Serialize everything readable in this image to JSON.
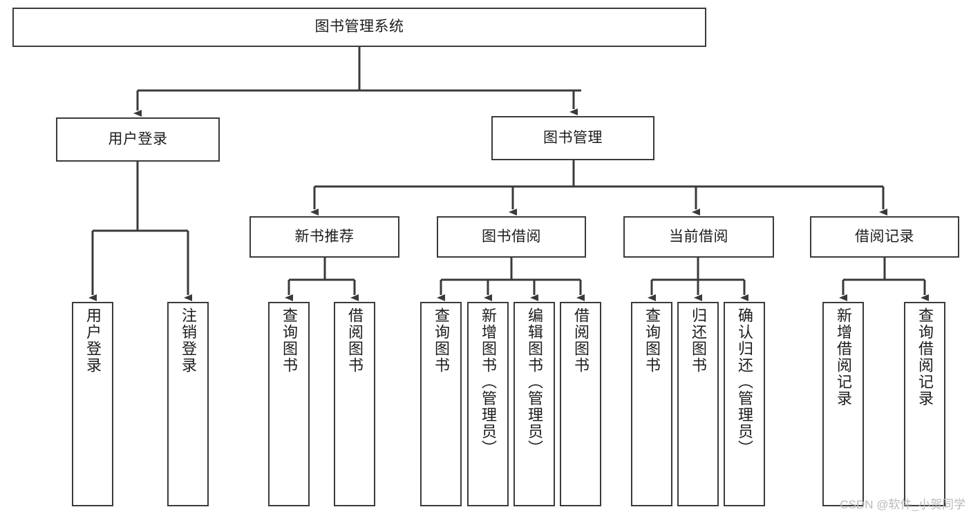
{
  "diagram": {
    "type": "tree",
    "title": "图书管理系统",
    "watermark": "CSDN @软件_小贺同学",
    "colors": {
      "stroke": "#3a3a3a",
      "fill": "#ffffff",
      "text": "#1c1c1c",
      "watermark": "#b9b9b9"
    },
    "nodes": {
      "root": {
        "label": "图书管理系统",
        "orientation": "horizontal"
      },
      "user_login": {
        "label": "用户登录",
        "orientation": "horizontal"
      },
      "book_manage": {
        "label": "图书管理",
        "orientation": "horizontal"
      },
      "new_book_rec": {
        "label": "新书推荐",
        "orientation": "horizontal"
      },
      "book_borrow": {
        "label": "图书借阅",
        "orientation": "horizontal"
      },
      "current_borrow": {
        "label": "当前借阅",
        "orientation": "horizontal"
      },
      "borrow_record": {
        "label": "借阅记录",
        "orientation": "horizontal"
      },
      "leaf_user_login": {
        "label": "用户登录",
        "orientation": "vertical"
      },
      "leaf_logout": {
        "label": "注销登录",
        "orientation": "vertical"
      },
      "leaf_query_book_1": {
        "label": "查询图书",
        "orientation": "vertical"
      },
      "leaf_borrow_book_1": {
        "label": "借阅图书",
        "orientation": "vertical"
      },
      "leaf_query_book_2": {
        "label": "查询图书",
        "orientation": "vertical"
      },
      "leaf_add_book": {
        "label": "新增图书（管理员）",
        "orientation": "vertical"
      },
      "leaf_edit_book": {
        "label": "编辑图书（管理员）",
        "orientation": "vertical"
      },
      "leaf_borrow_book_2": {
        "label": "借阅图书",
        "orientation": "vertical"
      },
      "leaf_query_book_3": {
        "label": "查询图书",
        "orientation": "vertical"
      },
      "leaf_return_book": {
        "label": "归还图书",
        "orientation": "vertical"
      },
      "leaf_confirm_return": {
        "label": "确认归还（管理员）",
        "orientation": "vertical"
      },
      "leaf_add_record": {
        "label": "新增借阅记录",
        "orientation": "vertical"
      },
      "leaf_query_record": {
        "label": "查询借阅记录",
        "orientation": "vertical"
      }
    },
    "edges": [
      {
        "from": "root",
        "to": "user_login"
      },
      {
        "from": "root",
        "to": "book_manage"
      },
      {
        "from": "user_login",
        "to": "leaf_user_login"
      },
      {
        "from": "user_login",
        "to": "leaf_logout"
      },
      {
        "from": "book_manage",
        "to": "new_book_rec"
      },
      {
        "from": "book_manage",
        "to": "book_borrow"
      },
      {
        "from": "book_manage",
        "to": "current_borrow"
      },
      {
        "from": "book_manage",
        "to": "borrow_record"
      },
      {
        "from": "new_book_rec",
        "to": "leaf_query_book_1"
      },
      {
        "from": "new_book_rec",
        "to": "leaf_borrow_book_1"
      },
      {
        "from": "book_borrow",
        "to": "leaf_query_book_2"
      },
      {
        "from": "book_borrow",
        "to": "leaf_add_book"
      },
      {
        "from": "book_borrow",
        "to": "leaf_edit_book"
      },
      {
        "from": "book_borrow",
        "to": "leaf_borrow_book_2"
      },
      {
        "from": "current_borrow",
        "to": "leaf_query_book_3"
      },
      {
        "from": "current_borrow",
        "to": "leaf_return_book"
      },
      {
        "from": "current_borrow",
        "to": "leaf_confirm_return"
      },
      {
        "from": "borrow_record",
        "to": "leaf_add_record"
      },
      {
        "from": "borrow_record",
        "to": "leaf_query_record"
      }
    ]
  }
}
